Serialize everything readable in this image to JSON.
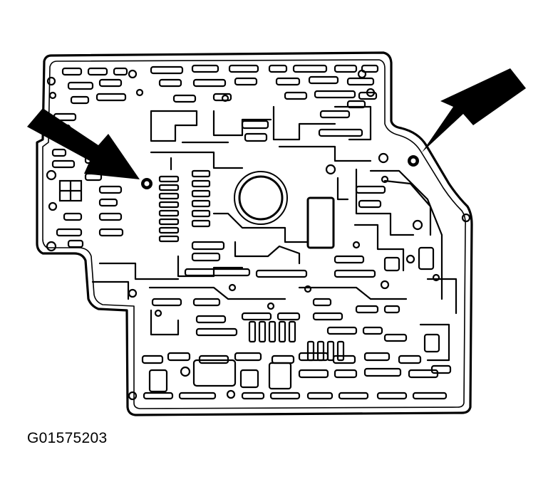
{
  "figure_id": "G01575203",
  "colors": {
    "ink": "#000000",
    "paper": "#ffffff"
  },
  "parts": {
    "plate": "valve-body-separator-plate",
    "markers": [
      "left-check-ball-hole",
      "right-check-ball-hole"
    ],
    "pointers": [
      "left-arrow",
      "right-arrow"
    ]
  }
}
